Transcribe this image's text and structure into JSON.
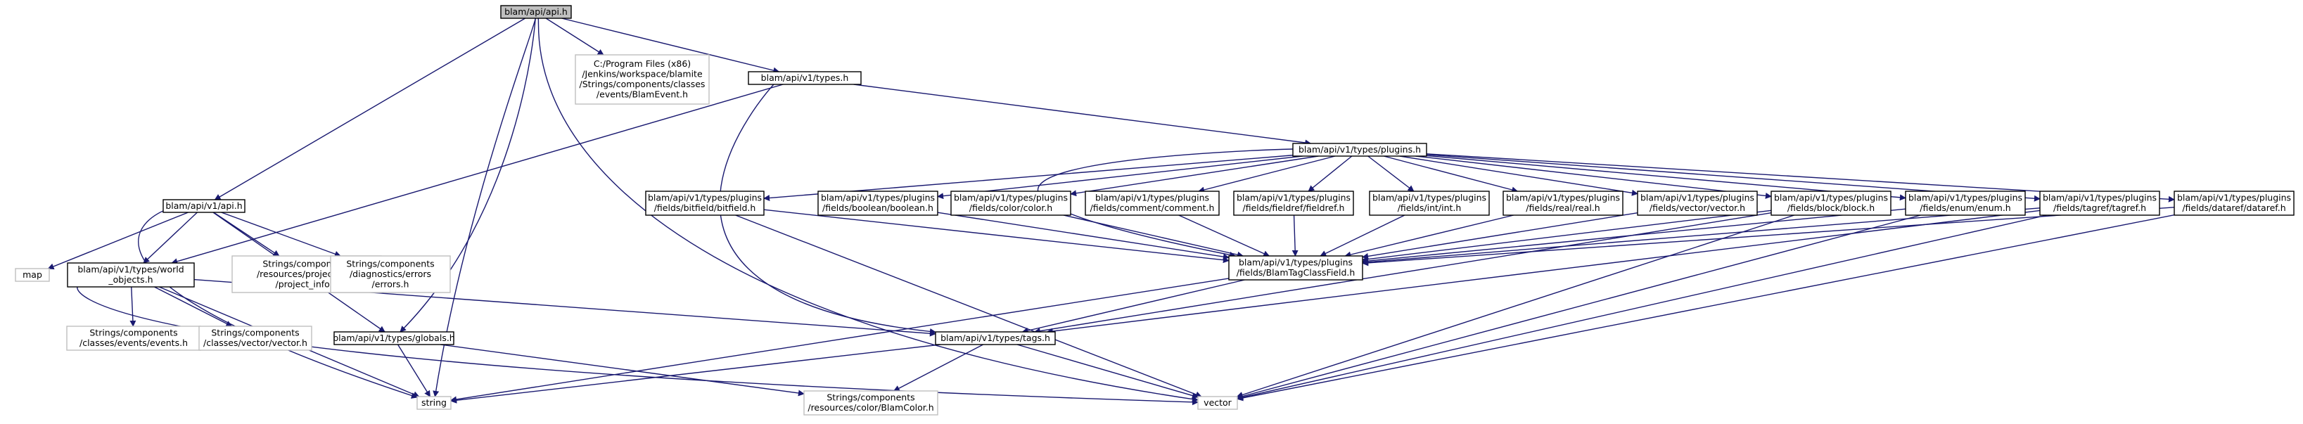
{
  "diagram": {
    "colors": {
      "edge": "#191970",
      "root_fill": "#bfbfbf",
      "root_stroke": "#000000",
      "documented_fill": "#ffffff",
      "documented_stroke": "#000000",
      "external_fill": "#ffffff",
      "external_stroke": "#bfbfbf",
      "external_text": "#000000"
    },
    "nodes": [
      {
        "id": "api_h",
        "kind": "root",
        "lines": [
          "blam/api/api.h"
        ]
      },
      {
        "id": "blam_event",
        "kind": "external",
        "lines": [
          "C:/Program Files (x86)",
          "/Jenkins/workspace/blamite",
          "/Strings/components/classes",
          "/events/BlamEvent.h"
        ]
      },
      {
        "id": "types_h",
        "kind": "documented",
        "lines": [
          "blam/api/v1/types.h"
        ]
      },
      {
        "id": "v1_api_h",
        "kind": "documented",
        "lines": [
          "blam/api/v1/api.h"
        ]
      },
      {
        "id": "plugins_h",
        "kind": "documented",
        "lines": [
          "blam/api/v1/types/plugins.h"
        ]
      },
      {
        "id": "map",
        "kind": "external",
        "lines": [
          "map"
        ]
      },
      {
        "id": "world_objects",
        "kind": "documented",
        "lines": [
          "blam/api/v1/types/world",
          "_objects.h"
        ]
      },
      {
        "id": "project_info",
        "kind": "external",
        "lines": [
          "Strings/components",
          "/resources/project_info",
          "/project_info.h"
        ]
      },
      {
        "id": "errors_h",
        "kind": "external",
        "lines": [
          "Strings/components",
          "/diagnostics/errors",
          "/errors.h"
        ]
      },
      {
        "id": "bitfield_h",
        "kind": "documented",
        "lines": [
          "blam/api/v1/types/plugins",
          "/fields/bitfield/bitfield.h"
        ]
      },
      {
        "id": "boolean_h",
        "kind": "documented",
        "lines": [
          "blam/api/v1/types/plugins",
          "/fields/boolean/boolean.h"
        ]
      },
      {
        "id": "color_h",
        "kind": "documented",
        "lines": [
          "blam/api/v1/types/plugins",
          "/fields/color/color.h"
        ]
      },
      {
        "id": "comment_h",
        "kind": "documented",
        "lines": [
          "blam/api/v1/types/plugins",
          "/fields/comment/comment.h"
        ]
      },
      {
        "id": "fieldref_h",
        "kind": "documented",
        "lines": [
          "blam/api/v1/types/plugins",
          "/fields/fieldref/fieldref.h"
        ]
      },
      {
        "id": "int_h",
        "kind": "documented",
        "lines": [
          "blam/api/v1/types/plugins",
          "/fields/int/int.h"
        ]
      },
      {
        "id": "real_h",
        "kind": "documented",
        "lines": [
          "blam/api/v1/types/plugins",
          "/fields/real/real.h"
        ]
      },
      {
        "id": "vector_field_h",
        "kind": "documented",
        "lines": [
          "blam/api/v1/types/plugins",
          "/fields/vector/vector.h"
        ]
      },
      {
        "id": "block_h",
        "kind": "documented",
        "lines": [
          "blam/api/v1/types/plugins",
          "/fields/block/block.h"
        ]
      },
      {
        "id": "enum_h",
        "kind": "documented",
        "lines": [
          "blam/api/v1/types/plugins",
          "/fields/enum/enum.h"
        ]
      },
      {
        "id": "tagref_h",
        "kind": "documented",
        "lines": [
          "blam/api/v1/types/plugins",
          "/fields/tagref/tagref.h"
        ]
      },
      {
        "id": "dataref_h",
        "kind": "documented",
        "lines": [
          "blam/api/v1/types/plugins",
          "/fields/dataref/dataref.h"
        ]
      },
      {
        "id": "blam_tag_class_field",
        "kind": "documented",
        "lines": [
          "blam/api/v1/types/plugins",
          "/fields/BlamTagClassField.h"
        ]
      },
      {
        "id": "events_h",
        "kind": "external",
        "lines": [
          "Strings/components",
          "/classes/events/events.h"
        ]
      },
      {
        "id": "vector_class_h",
        "kind": "external",
        "lines": [
          "Strings/components",
          "/classes/vector/vector.h"
        ]
      },
      {
        "id": "globals_h",
        "kind": "documented",
        "lines": [
          "blam/api/v1/types/globals.h"
        ]
      },
      {
        "id": "tags_h",
        "kind": "documented",
        "lines": [
          "blam/api/v1/types/tags.h"
        ]
      },
      {
        "id": "string",
        "kind": "external",
        "lines": [
          "string"
        ]
      },
      {
        "id": "blam_color",
        "kind": "external",
        "lines": [
          "Strings/components",
          "/resources/color/BlamColor.h"
        ]
      },
      {
        "id": "vector",
        "kind": "external",
        "lines": [
          "vector"
        ]
      }
    ]
  }
}
